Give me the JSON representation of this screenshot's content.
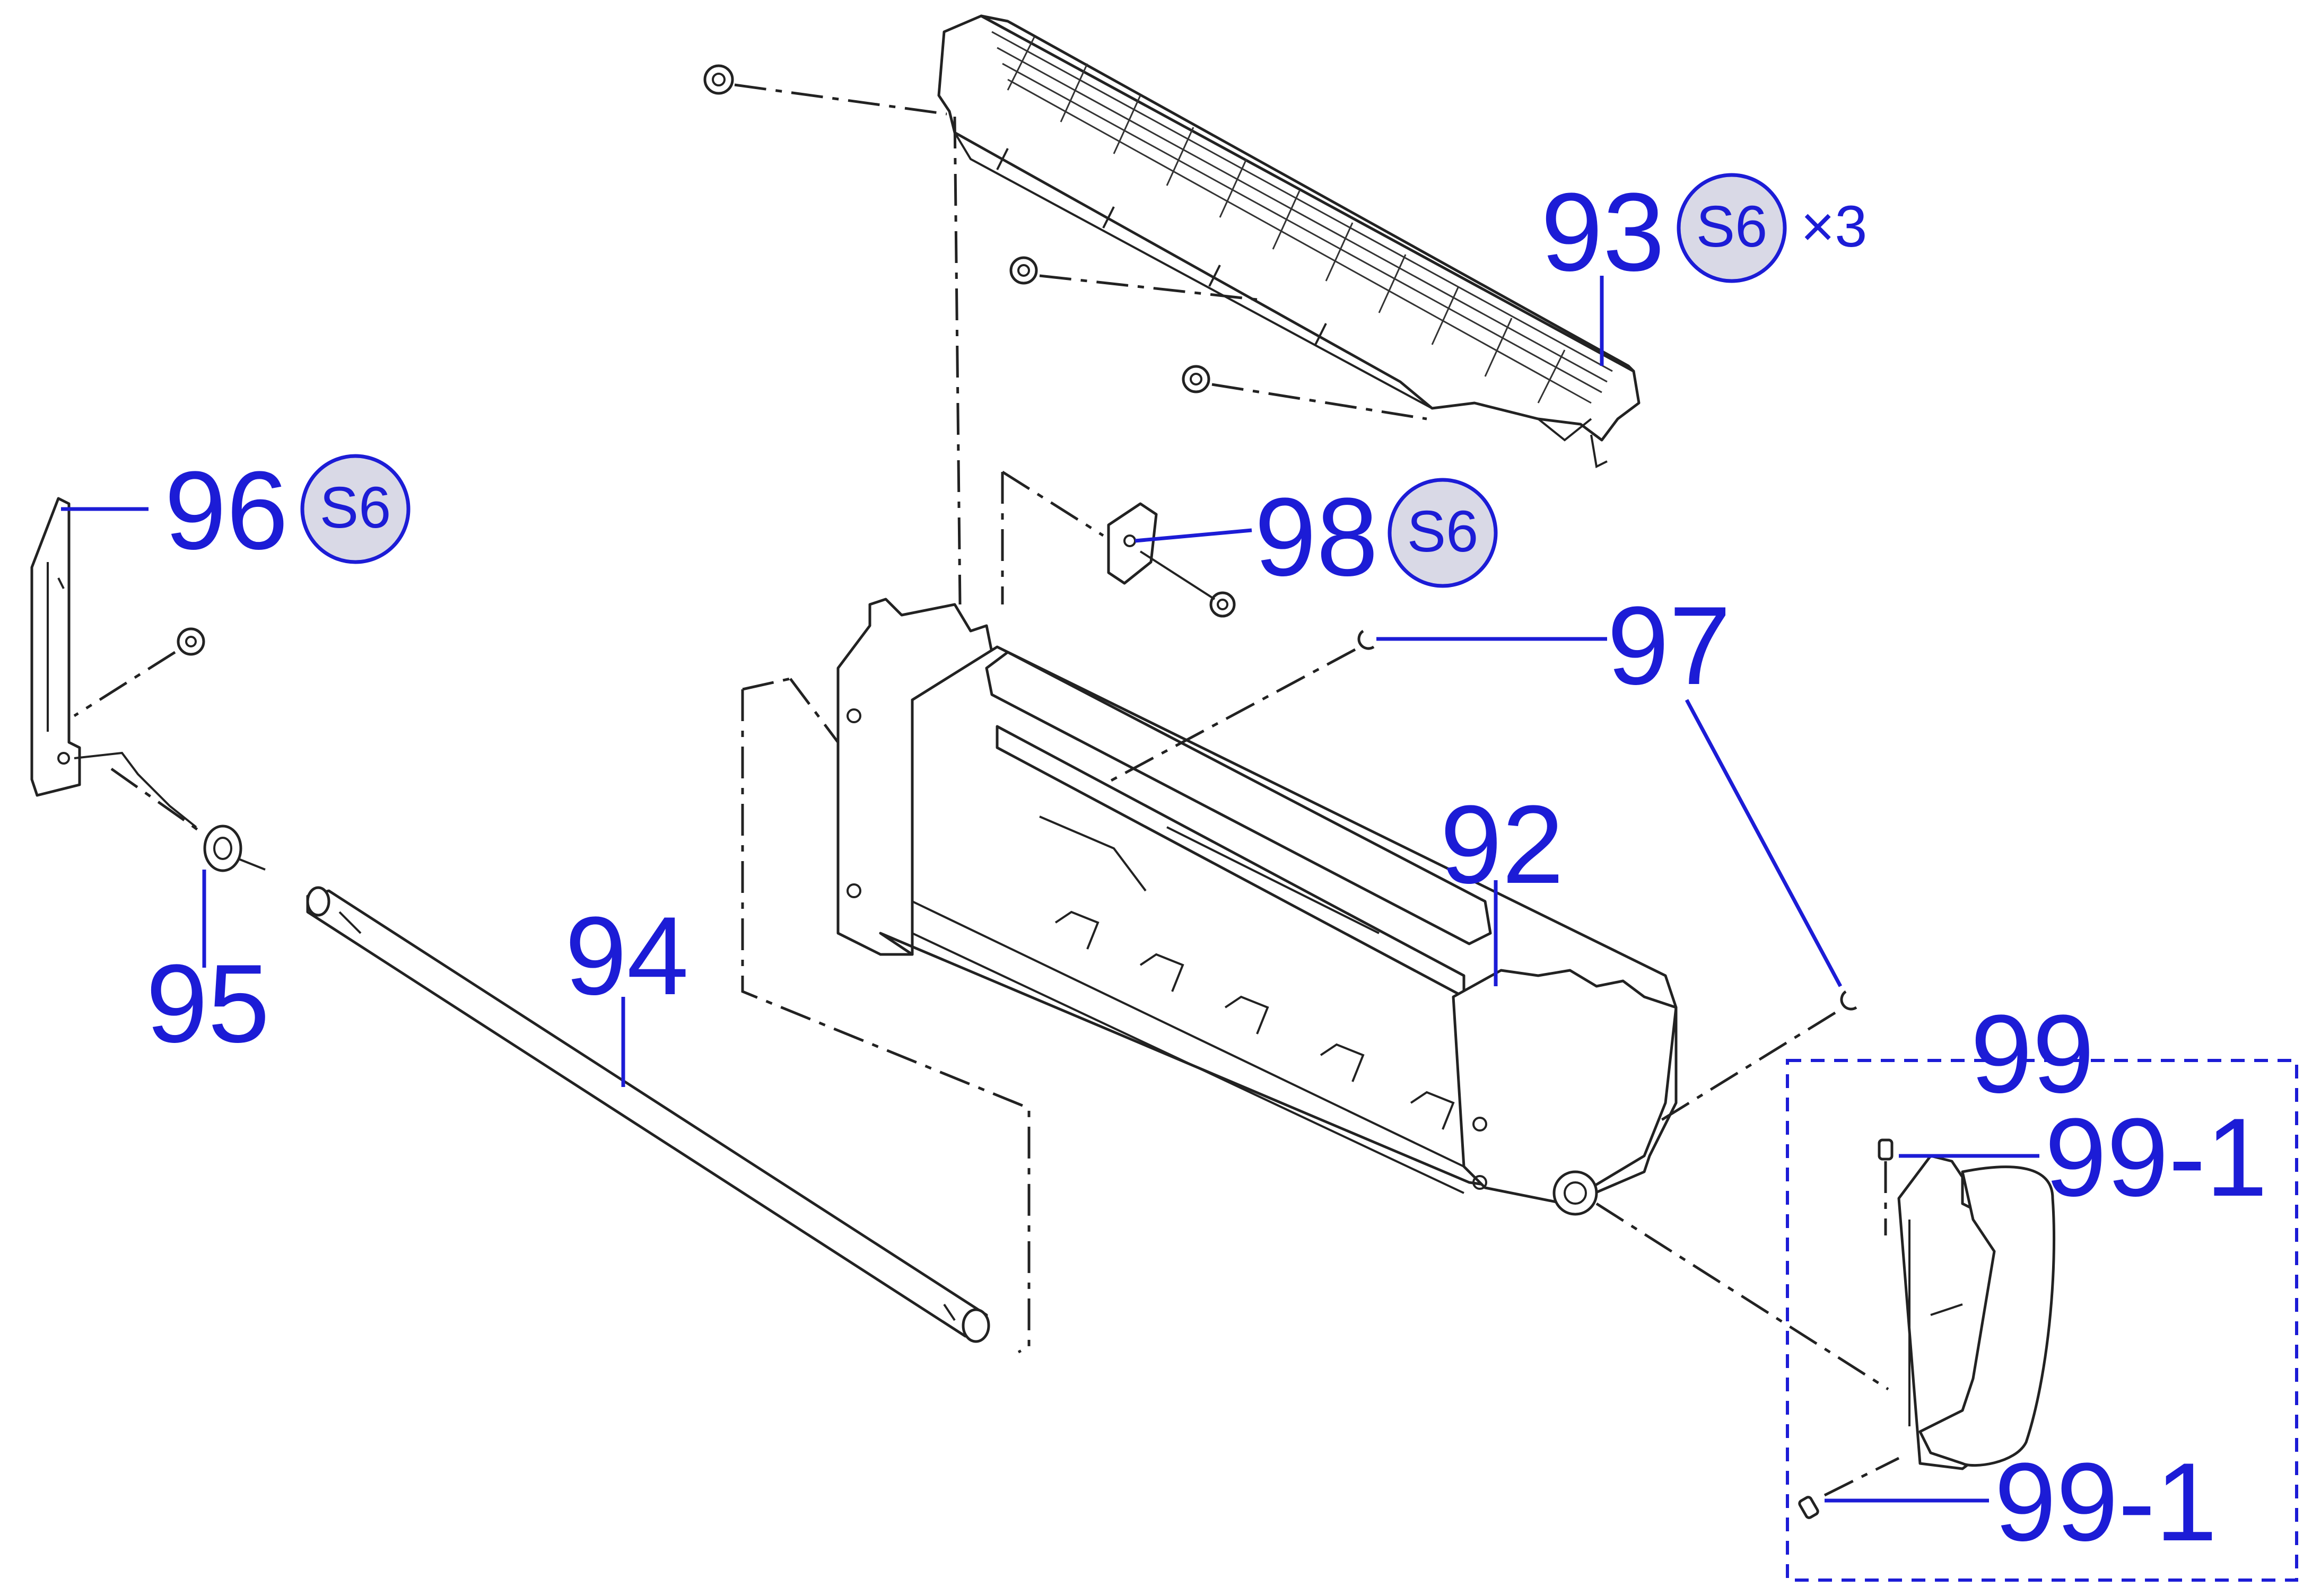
{
  "callouts": {
    "c93": "93",
    "c96": "96",
    "c98": "98",
    "c97": "97",
    "c92": "92",
    "c94": "94",
    "c95": "95",
    "c99": "99",
    "c99_1_top": "99-1",
    "c99_1_bottom": "99-1"
  },
  "badges": {
    "s6_93": "S6",
    "s6_96": "S6",
    "s6_98": "S6",
    "multiplier_93": "×3"
  },
  "colors": {
    "callout": "#1c1cd6",
    "badge_fill": "#d9d9e6",
    "line_art": "#222222"
  }
}
